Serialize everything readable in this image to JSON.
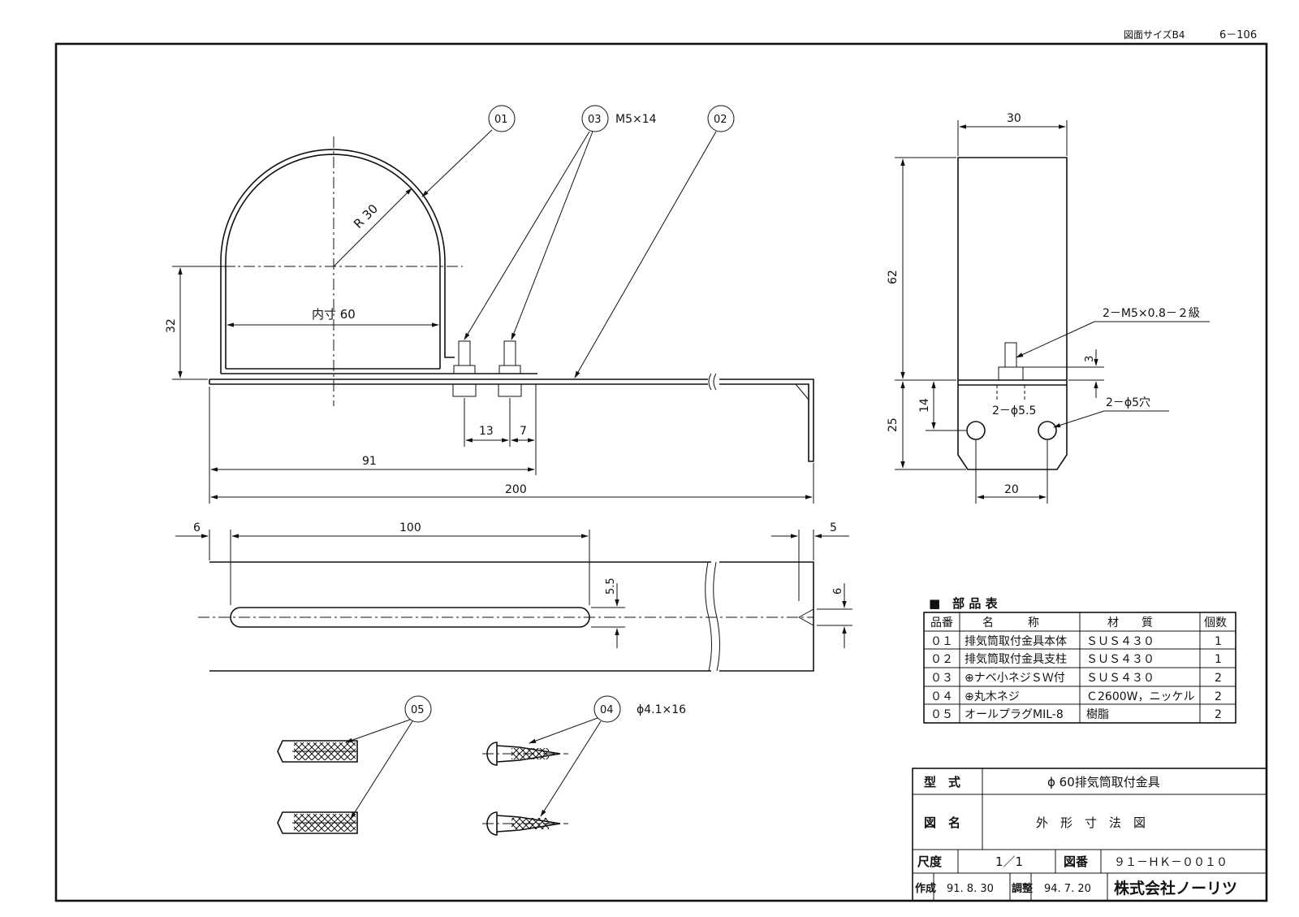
{
  "header": {
    "sheet_size": "図面サイズB4",
    "page_no": "6－106"
  },
  "callouts": {
    "c01": "01",
    "c02": "02",
    "c03": "03",
    "c04": "04",
    "c05": "05",
    "c03_spec": "M5×14",
    "c04_spec": "ϕ4.1×16"
  },
  "front_view": {
    "radius": "R 30",
    "inner": "内寸 60",
    "h32": "32",
    "d13": "13",
    "d7": "7",
    "d91": "91",
    "d200": "200"
  },
  "plan_view": {
    "d6": "6",
    "d100": "100",
    "d5": "5",
    "d55": "5.5",
    "d6b": "6"
  },
  "side_view": {
    "d30": "30",
    "d62": "62",
    "d25": "25",
    "d14": "14",
    "d3": "3",
    "d20": "20",
    "thread": "2－M5×0.8－２級",
    "hole55": "2－ϕ5.5",
    "hole5": "2－ϕ5穴"
  },
  "parts_table": {
    "title": "■　部 品 表",
    "headers": [
      "品番",
      "名　　　称",
      "材　　質",
      "個数"
    ],
    "rows": [
      [
        "０１",
        "排気筒取付金具本体",
        "ＳＵＳ４３０",
        "1"
      ],
      [
        "０２",
        "排気筒取付金具支柱",
        "ＳＵＳ４３０",
        "1"
      ],
      [
        "０３",
        "⊕ナベ小ネジＳＷ付",
        "ＳＵＳ４３０",
        "2"
      ],
      [
        "０４",
        "⊕丸木ネジ",
        "Ｃ2600W，ニッケル",
        "2"
      ],
      [
        "０５",
        "オールプラグMIL-8",
        "樹脂",
        "2"
      ]
    ]
  },
  "title_block": {
    "model_label": "型　式",
    "model_value": "ϕ 60排気筒取付金具",
    "drawing_label": "図　名",
    "drawing_value": "外　形　寸　法　図",
    "scale_label": "尺度",
    "scale_value": "1／1",
    "dwgno_label": "図番",
    "dwgno_value": "９１－ＨＫ－００１０",
    "made_label": "作成",
    "made_date": "91. 8. 30",
    "revised_label": "調整",
    "revised_date": "94. 7. 20",
    "company": "株式会社ノーリツ"
  }
}
